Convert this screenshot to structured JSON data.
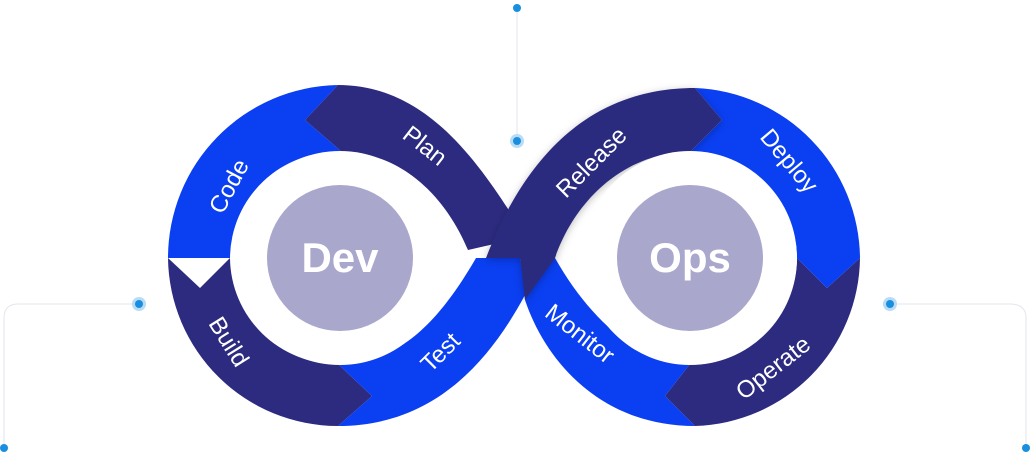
{
  "diagram": {
    "left_center": {
      "label": "Dev"
    },
    "right_center": {
      "label": "Ops"
    },
    "segments": [
      {
        "id": "plan",
        "label": "Plan"
      },
      {
        "id": "code",
        "label": "Code"
      },
      {
        "id": "build",
        "label": "Build"
      },
      {
        "id": "test",
        "label": "Test"
      },
      {
        "id": "release",
        "label": "Release"
      },
      {
        "id": "deploy",
        "label": "Deploy"
      },
      {
        "id": "operate",
        "label": "Operate"
      },
      {
        "id": "monitor",
        "label": "Monitor"
      }
    ]
  },
  "colors": {
    "bright_blue": "#0a3ff2",
    "dark_navy": "#2c2b7f",
    "center_circle": "#aaa7cc",
    "connector_line": "#e3e6ee",
    "node_outer": "#b8dcf6",
    "node_inner": "#1a8fe0",
    "background": "#ffffff"
  }
}
